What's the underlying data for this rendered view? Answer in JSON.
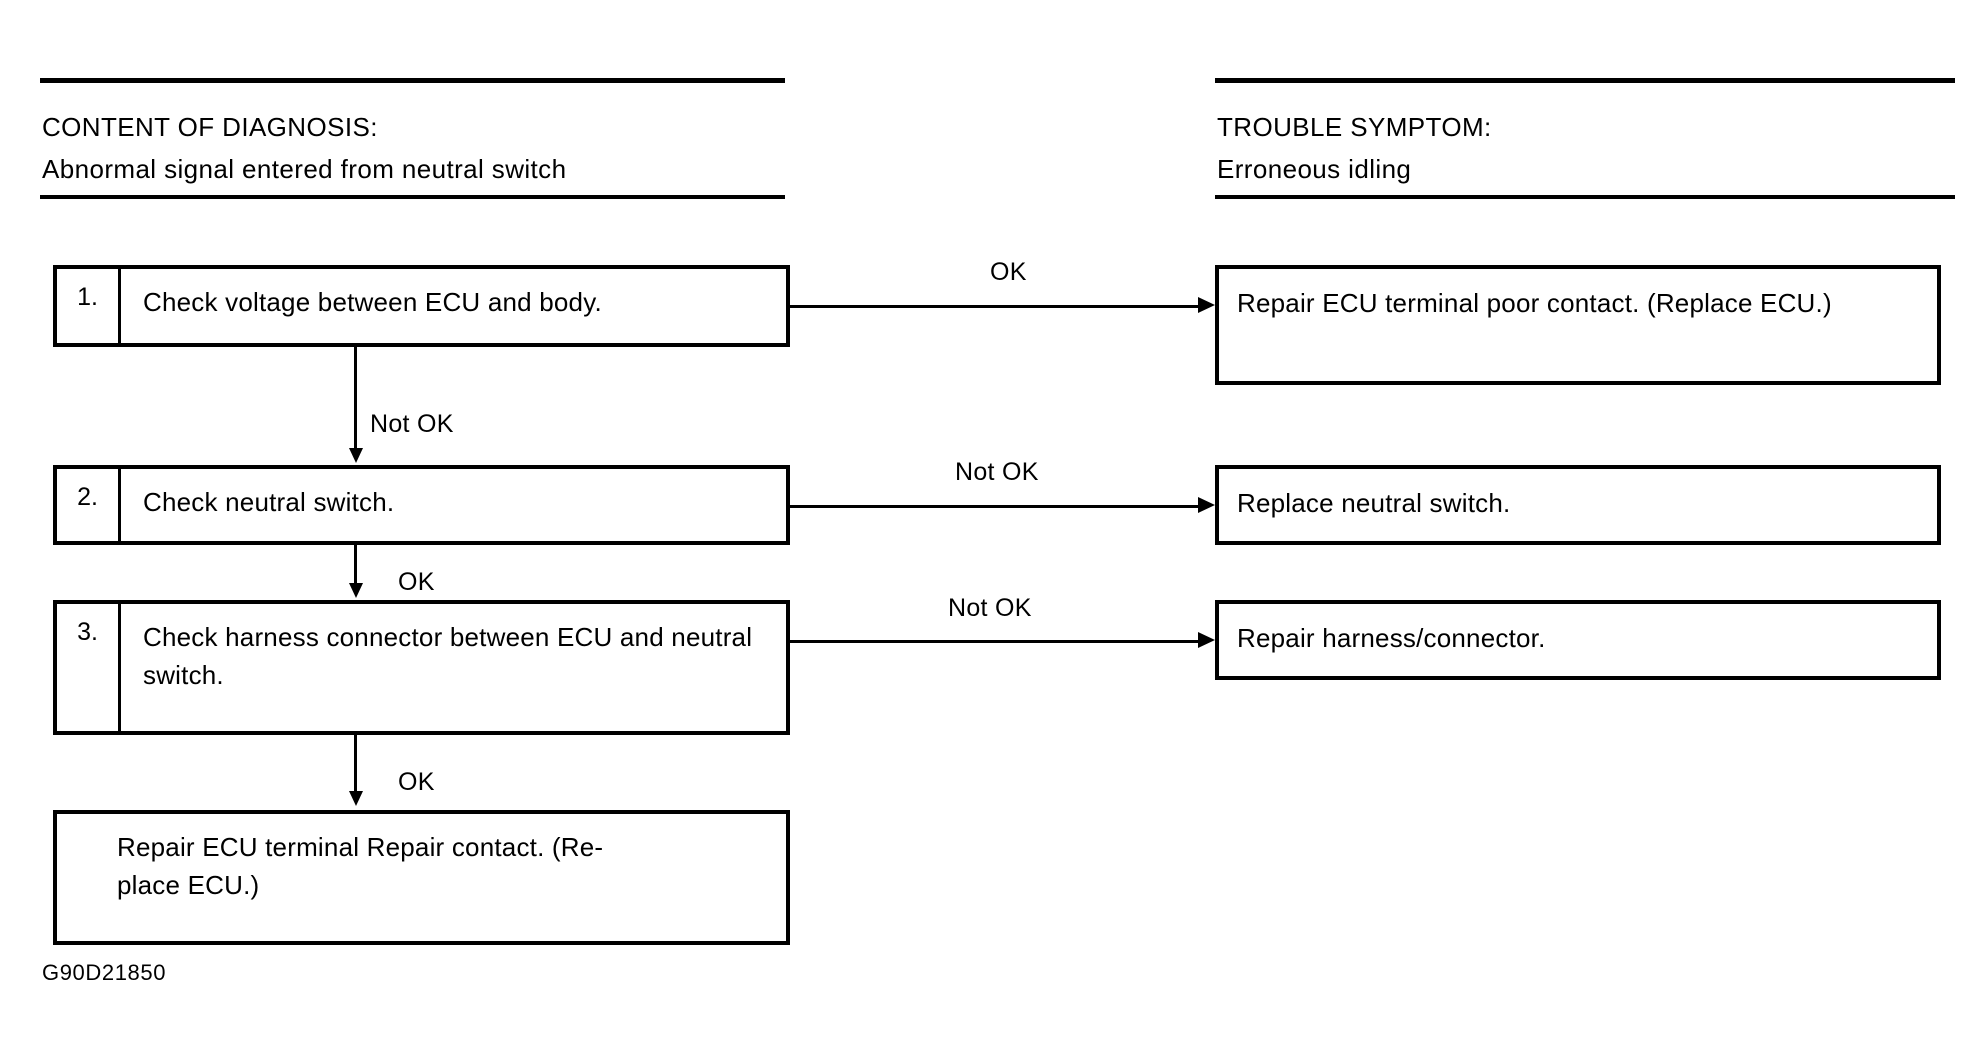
{
  "page": {
    "caption": "G90D21850"
  },
  "headers": {
    "left": {
      "title": "CONTENT OF DIAGNOSIS:",
      "value": "Abnormal signal entered from neutral switch"
    },
    "right": {
      "title": "TROUBLE SYMPTOM:",
      "value": "Erroneous idling"
    }
  },
  "steps": [
    {
      "number": "1.",
      "text": "Check voltage between ECU and body."
    },
    {
      "number": "2.",
      "text": "Check neutral switch."
    },
    {
      "number": "3.",
      "text": "Check harness connector between ECU and neutral switch."
    }
  ],
  "results": [
    {
      "text": "Repair ECU terminal poor contact. (Replace ECU.)"
    },
    {
      "text": "Replace neutral switch."
    },
    {
      "text": "Repair harness/connector."
    }
  ],
  "final": {
    "line1": "Repair ECU terminal Repair contact. (Re-",
    "line2": "place ECU.)"
  },
  "branch_labels": {
    "step1_right": "OK",
    "step1_down": "Not OK",
    "step2_right": "Not OK",
    "step2_down": "OK",
    "step3_right": "Not OK",
    "step3_down": "OK"
  }
}
